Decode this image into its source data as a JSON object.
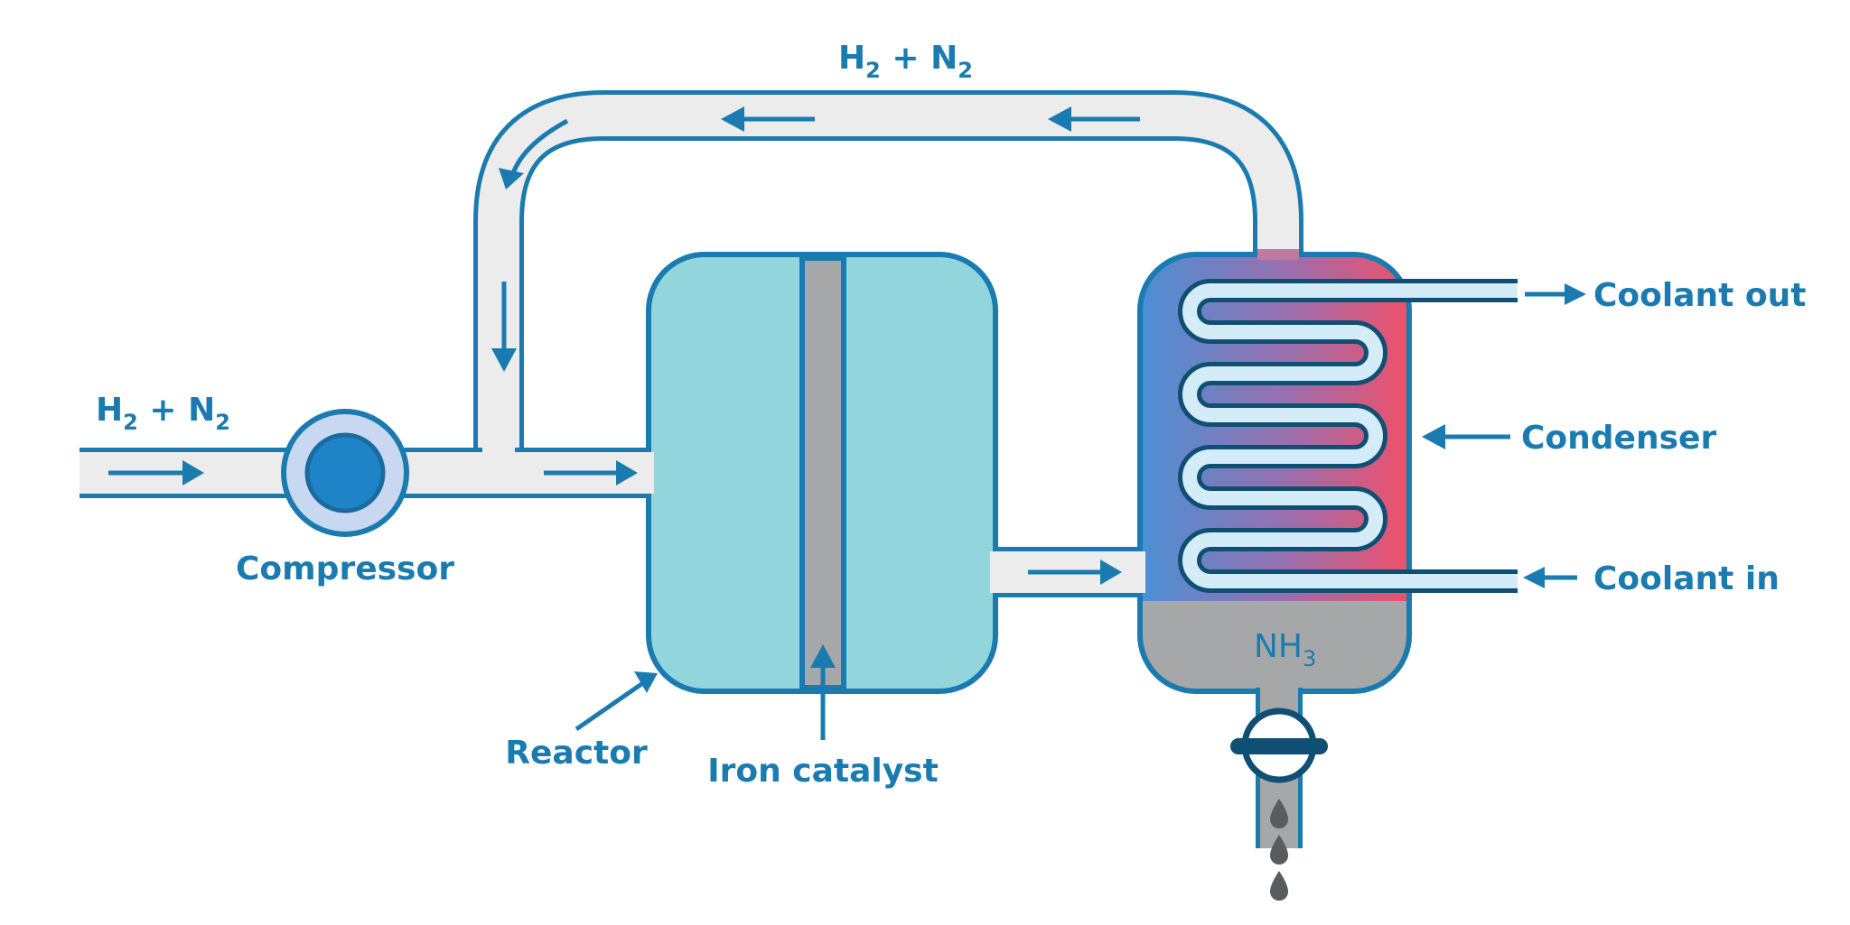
{
  "labels": {
    "feed_h": "H",
    "feed_h_sub": "2",
    "feed_plus": " + N",
    "feed_n_sub": "2",
    "recycle_h": "H",
    "recycle_h_sub": "2",
    "recycle_plus": " + N",
    "recycle_n_sub": "2",
    "compressor": "Compressor",
    "reactor": "Reactor",
    "iron_catalyst": "Iron catalyst",
    "coolant_out": "Coolant out",
    "condenser": "Condenser",
    "coolant_in": "Coolant in",
    "product_nh": "NH",
    "product_sub": "3"
  },
  "colors": {
    "outline": "#1a7bb0",
    "pipe_fill": "#ececec",
    "reactor_fill": "#93d5dc",
    "catalyst_fill": "#a5a7a8",
    "compressor_ring": "#c9d8f1",
    "compressor_core": "#1e84c7",
    "condenser_cool": "#4a90d4",
    "condenser_hot": "#f0506a",
    "coil_fill": "#d4ecf7",
    "coil_outline": "#0e4f73",
    "ammonia_fill": "#a5a7a8",
    "drop_fill": "#5a5b5f",
    "valve_outline": "#0e4f73"
  }
}
